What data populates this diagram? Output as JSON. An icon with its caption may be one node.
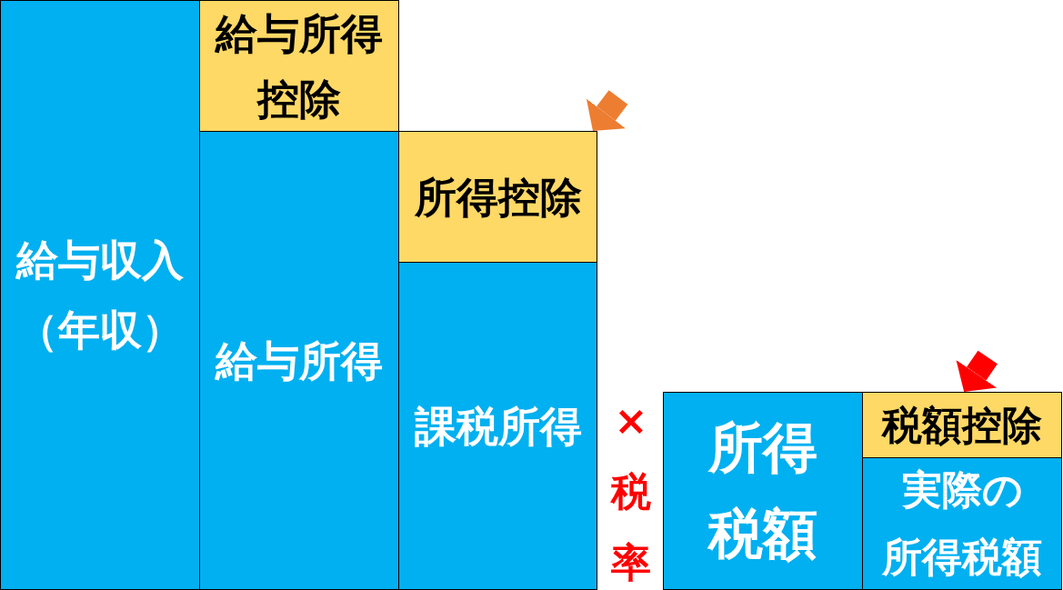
{
  "diagram": {
    "nodes": [
      {
        "text": [
          "給与収入（年収）"
        ]
      },
      {
        "text": [
          "給与所得控除"
        ]
      },
      {
        "text": [
          "給与所得"
        ]
      },
      {
        "text": [
          "所得控除"
        ]
      },
      {
        "text": [
          "課税所得"
        ]
      },
      {
        "text": [
          "所得税額"
        ]
      },
      {
        "text": [
          "税額控除"
        ]
      },
      {
        "text": [
          "実際の所得税額"
        ]
      }
    ],
    "edges": [
      {
        "from": null,
        "to": 3,
        "arrow": "to",
        "color": "#ed7d31"
      },
      {
        "from": null,
        "to": 6,
        "arrow": "to",
        "color": "#ff0000"
      }
    ],
    "labels": [
      "×税率"
    ]
  }
}
